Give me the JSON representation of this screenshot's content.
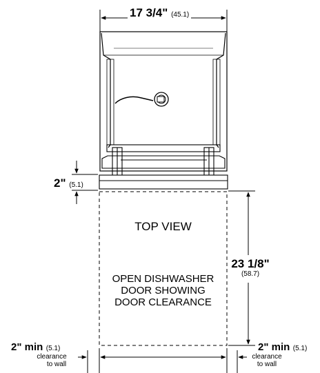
{
  "width_dimension": {
    "main": "17 3/4\"",
    "metric": "(45.1)"
  },
  "door_gap_dimension": {
    "main": "2\"",
    "metric": "(5.1)"
  },
  "depth_dimension": {
    "main": "23 1/8\"",
    "metric": "(58.7)"
  },
  "view_title": "TOP VIEW",
  "door_caption": {
    "line1": "OPEN DISHWASHER",
    "line2": "DOOR SHOWING",
    "line3": "DOOR CLEARANCE"
  },
  "left_clearance": {
    "main": "2\" min",
    "metric": "(5.1)",
    "note1": "clearance",
    "note2": "to wall"
  },
  "right_clearance": {
    "main": "2\" min",
    "metric": "(5.1)",
    "note1": "clearance",
    "note2": "to wall"
  }
}
